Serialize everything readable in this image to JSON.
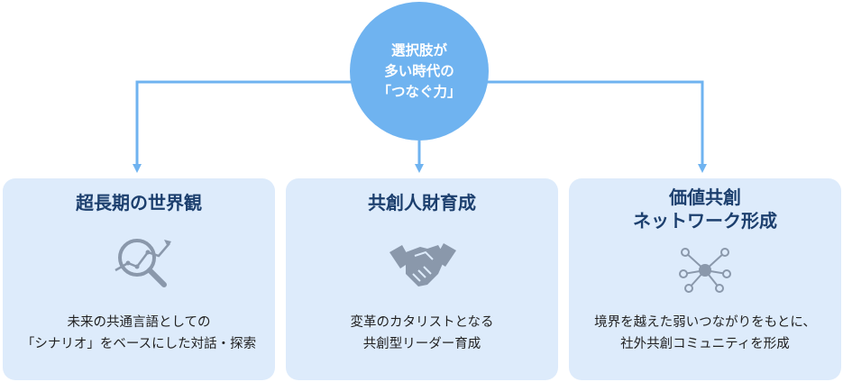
{
  "center": {
    "lines": [
      "選択肢が",
      "多い時代の",
      "「つなぐ力」"
    ]
  },
  "cards": [
    {
      "title_lines": [
        "超長期の世界観"
      ],
      "desc_lines": [
        "未来の共通言語としての",
        "「シナリオ」をベースにした対話・探索"
      ],
      "icon": "magnifier-chart-icon"
    },
    {
      "title_lines": [
        "共創人財育成"
      ],
      "desc_lines": [
        "変革のカタリストとなる",
        "共創型リーダー育成"
      ],
      "icon": "handshake-icon"
    },
    {
      "title_lines": [
        "価値共創",
        "ネットワーク形成"
      ],
      "desc_lines": [
        "境界を越えた弱いつながりをもとに、",
        "社外共創コミュニティを形成"
      ],
      "icon": "network-icon"
    }
  ],
  "colors": {
    "circle": "#6fb3f0",
    "arrow": "#6fb3f0",
    "card_bg": "#ddebfb",
    "title": "#1c3f6e",
    "icon": "#8a98ab"
  }
}
